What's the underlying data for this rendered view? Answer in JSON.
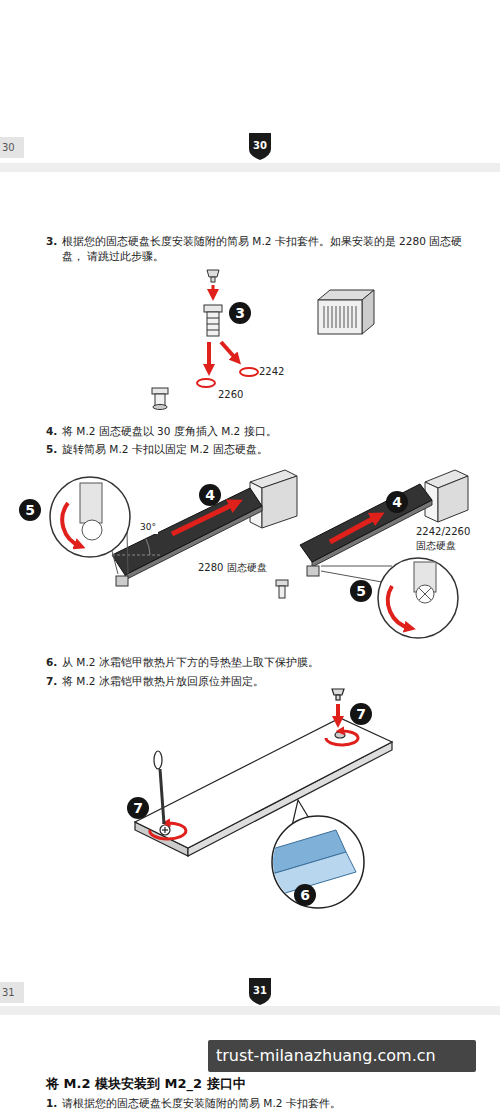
{
  "diagram": {
    "title": "将 M.2 模块安装到 M2_2 接口中",
    "labels": [
      "30",
      "30",
      "3.",
      "根据您的固态硬盘长度安装随附的简易 M.2 卡扣套件。如果安装的是 2280 固态硬盘， 请跳过此步骤。",
      "3",
      "2242",
      "2260",
      "4.",
      "将 M.2 固态硬盘以 30 度角插入 M.2 接口。",
      "5.",
      "旋转简易 M.2 卡扣以固定 M.2 固态硬盘。",
      "5",
      "4",
      "30°",
      "2280 固态硬盘",
      "4",
      "2242/2260 固态硬盘",
      "5",
      "6.",
      "从 M.2 冰霜铠甲散热片下方的导热垫上取下保护膜。",
      "7.",
      "将 M.2 冰霜铠甲散热片放回原位并固定。",
      "7",
      "7",
      "6",
      "31",
      "31",
      "1.",
      "请根据您的固态硬盘长度安装随附的简易 M.2 卡扣套件。",
      "trust-milanazhuang.com.cn"
    ]
  }
}
